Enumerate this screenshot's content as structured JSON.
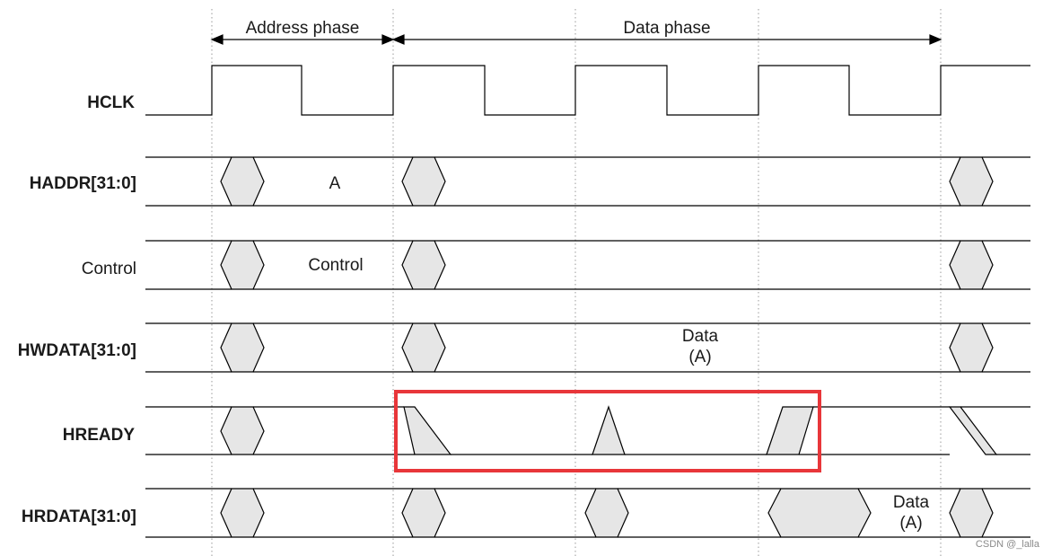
{
  "phases": {
    "address": "Address phase",
    "data": "Data phase"
  },
  "signals": [
    {
      "key": "hclk",
      "label": "HCLK",
      "bold": true
    },
    {
      "key": "haddr",
      "label": "HADDR[31:0]",
      "bold": true
    },
    {
      "key": "control",
      "label": "Control",
      "bold": false
    },
    {
      "key": "hwdata",
      "label": "HWDATA[31:0]",
      "bold": true
    },
    {
      "key": "hready",
      "label": "HREADY",
      "bold": true
    },
    {
      "key": "hrdata",
      "label": "HRDATA[31:0]",
      "bold": true
    }
  ],
  "values": {
    "haddr": "A",
    "control": "Control",
    "hwdata_line1": "Data",
    "hwdata_line2": "(A)",
    "hrdata_line1": "Data",
    "hrdata_line2": "(A)"
  },
  "watermark": "CSDN @_lalla",
  "colors": {
    "line": "#000000",
    "fill": "#e6e6e6",
    "highlight": "#e8363a",
    "grid": "#9a9a9a"
  }
}
